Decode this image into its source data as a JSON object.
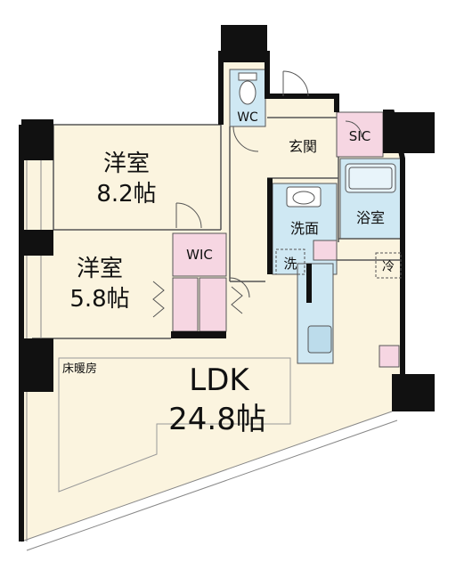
{
  "colors": {
    "floor": "#fbf4df",
    "wall": "#111111",
    "wet_area": "#cfe8f3",
    "storage": "#f6d6e2",
    "thin_line": "#555555",
    "window_line": "#888888"
  },
  "rooms": {
    "bedroom1": {
      "name": "洋室",
      "size": "8.2帖"
    },
    "bedroom2": {
      "name": "洋室",
      "size": "5.8帖"
    },
    "ldk": {
      "name": "LDK",
      "size": "24.8帖"
    },
    "wc": "WC",
    "sic": "SIC",
    "entrance": "玄関",
    "bathroom": "浴室",
    "washroom": "洗面",
    "washer": "洗",
    "wic": "WIC",
    "fridge": "冷",
    "floor_heating": "床暖房"
  },
  "icons": {
    "toilet": "toilet-icon",
    "sink": "sink-icon",
    "bathtub": "bathtub-icon",
    "stove": "stove-icon",
    "door_swing": "door-swing-icon"
  }
}
